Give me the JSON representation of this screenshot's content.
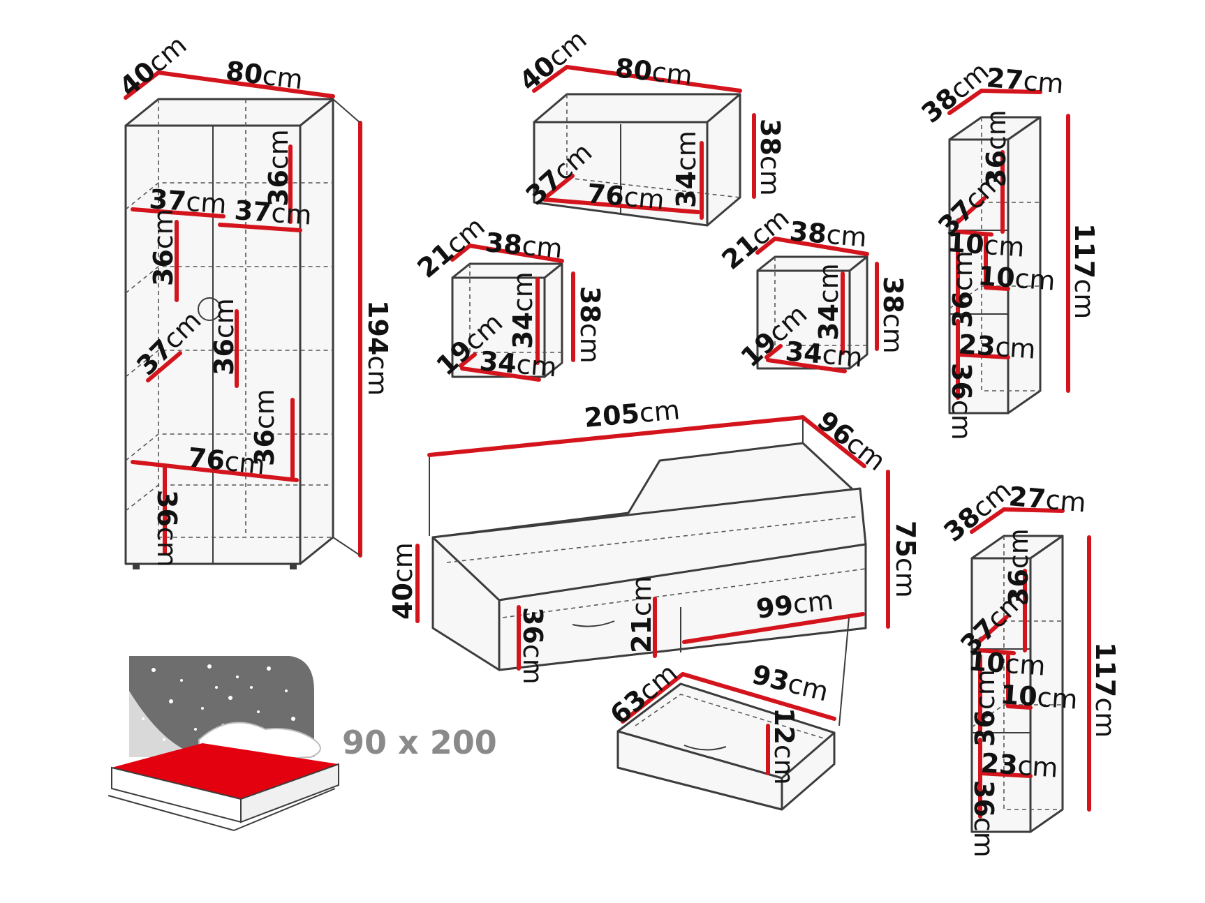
{
  "unit": "cm",
  "wardrobe": {
    "depth": "40",
    "width": "80",
    "height": "194",
    "shelf_depth_top_left": "37",
    "shelf_depth_top_right": "37",
    "compartment_height_top_right": "36",
    "compartment_height_left": "36",
    "compartment_height_center": "36",
    "shelf_depth_mid": "37",
    "compartment_height_lower_right": "36",
    "inner_width": "76",
    "compartment_height_bottom": "36"
  },
  "wall_cabinet": {
    "depth": "40",
    "width": "80",
    "height": "38",
    "inner_depth": "37",
    "inner_width": "76",
    "inner_height": "34"
  },
  "nightstand_left": {
    "depth": "21",
    "width": "38",
    "height": "38",
    "inner_depth": "19",
    "inner_width": "34",
    "inner_height": "34"
  },
  "nightstand_right": {
    "depth": "21",
    "width": "38",
    "height": "38",
    "inner_depth": "19",
    "inner_width": "34",
    "inner_height": "34"
  },
  "shelf_unit_top": {
    "depth": "38",
    "width": "27",
    "height": "117",
    "comp_top": "36",
    "inner_depth": "37",
    "divider_a": "10",
    "divider_b": "10",
    "comp_mid": "36",
    "inner_width": "23",
    "comp_bottom": "36"
  },
  "shelf_unit_bottom": {
    "depth": "38",
    "width": "27",
    "height": "117",
    "comp_top": "36",
    "inner_depth": "37",
    "divider_a": "10",
    "divider_b": "10",
    "comp_mid": "36",
    "inner_width": "23",
    "comp_bottom": "36"
  },
  "bed": {
    "length": "205",
    "depth": "96",
    "height": "75",
    "base_height": "40",
    "drawer_front_height": "36",
    "drawer_height": "21",
    "drawer_width": "99"
  },
  "drawer": {
    "depth": "63",
    "width": "93",
    "height": "12"
  },
  "mattress": {
    "size_label": "90 x 200"
  },
  "colors": {
    "dimension": "#d4141c",
    "outline": "#3c3c3c",
    "mattress": "#e3000f",
    "headboard": "#6e6e6e"
  }
}
